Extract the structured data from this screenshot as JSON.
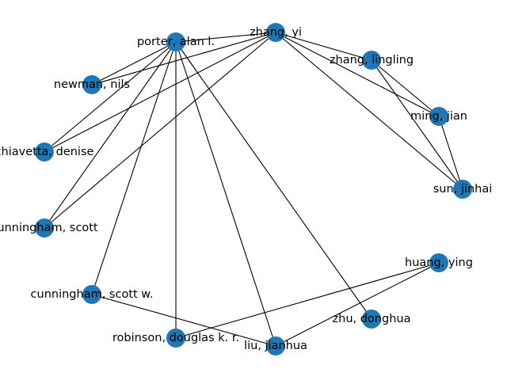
{
  "graph": {
    "node_color": "#1f77b4",
    "edge_color": "#000000",
    "nodes": [
      {
        "id": "zhang_yi",
        "label": "zhang, yi"
      },
      {
        "id": "porter_alan",
        "label": "porter, alan l."
      },
      {
        "id": "zhang_lingling",
        "label": "zhang, lingling"
      },
      {
        "id": "newman_nils",
        "label": "newman, nils"
      },
      {
        "id": "ming_jian",
        "label": "ming, jian"
      },
      {
        "id": "chiavetta_denise",
        "label": "chiavetta, denise"
      },
      {
        "id": "sun_jinhai",
        "label": "sun, jinhai"
      },
      {
        "id": "cunningham_scott",
        "label": "cunningham, scott"
      },
      {
        "id": "huang_ying",
        "label": "huang, ying"
      },
      {
        "id": "cunningham_scott_w",
        "label": "cunningham, scott w."
      },
      {
        "id": "zhu_donghua",
        "label": "zhu, donghua"
      },
      {
        "id": "robinson_douglas",
        "label": "robinson, douglas k. r."
      },
      {
        "id": "liu_jianhua",
        "label": "liu, jianhua"
      }
    ],
    "edges": [
      [
        "porter_alan",
        "zhang_yi"
      ],
      [
        "porter_alan",
        "newman_nils"
      ],
      [
        "porter_alan",
        "chiavetta_denise"
      ],
      [
        "porter_alan",
        "cunningham_scott"
      ],
      [
        "porter_alan",
        "cunningham_scott_w"
      ],
      [
        "porter_alan",
        "robinson_douglas"
      ],
      [
        "porter_alan",
        "liu_jianhua"
      ],
      [
        "porter_alan",
        "zhu_donghua"
      ],
      [
        "zhang_yi",
        "newman_nils"
      ],
      [
        "zhang_yi",
        "chiavetta_denise"
      ],
      [
        "zhang_yi",
        "cunningham_scott"
      ],
      [
        "zhang_yi",
        "zhang_lingling"
      ],
      [
        "zhang_yi",
        "ming_jian"
      ],
      [
        "zhang_yi",
        "sun_jinhai"
      ],
      [
        "zhang_lingling",
        "ming_jian"
      ],
      [
        "zhang_lingling",
        "sun_jinhai"
      ],
      [
        "ming_jian",
        "sun_jinhai"
      ],
      [
        "huang_ying",
        "robinson_douglas"
      ],
      [
        "huang_ying",
        "liu_jianhua"
      ],
      [
        "cunningham_scott_w",
        "liu_jianhua"
      ]
    ]
  }
}
